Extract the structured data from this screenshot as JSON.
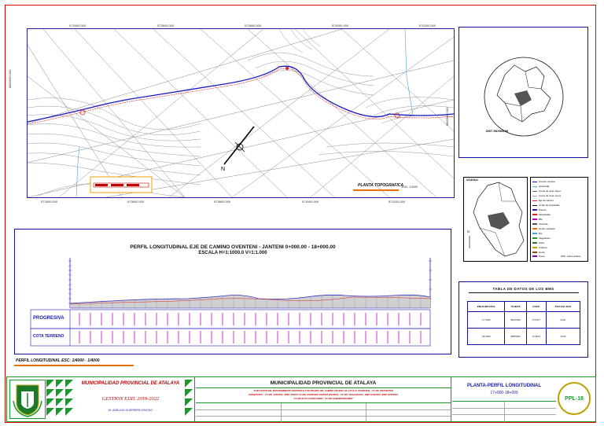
{
  "plan": {
    "top_coords": [
      "573400.000",
      "573600.000",
      "573800.000",
      "574000.000",
      "574200.000"
    ],
    "bottom_coords": [
      "573400.000",
      "573600.000",
      "573800.000",
      "574000.000",
      "574200.000"
    ],
    "left_coord": "8883600.000",
    "right_coord": "8883600.000",
    "title": "PLANTA TOPOGRAFICA",
    "scale": "ESC: 1:2000"
  },
  "location_map": {
    "district_label": "DIST. RAYMONDI"
  },
  "peru_map": {
    "label": "UCAYALI"
  },
  "legend": {
    "items": [
      "Camino vecinal",
      "Quebrada",
      "Curva de nivel mayor",
      "Curva de nivel menor",
      "Eje de camino",
      "Limite de propiedad",
      "Puente",
      "Alcantarilla",
      "BM",
      "Vivienda",
      "Centro poblado",
      "Rio",
      "Vegetacion",
      "Arbol",
      "Cultivos",
      "Cerco",
      "Poste",
      "Zona urbana"
    ]
  },
  "profile": {
    "title": "PERFIL LONGITUDINAL EJE DE CAMINO OVENTENI - JANTENI 0+000.00 - 18+000.00",
    "subtitle": "ESCALA H=1:1000.0 V=1:1.000",
    "row_progresiva": "PROGRESIVA",
    "row_cota": "COTA TERRENO",
    "footer_title": "PERFIL LONGITUDINAL ESC: 1/4000 - 1/4000"
  },
  "bm_table": {
    "title": "TABLA DE DATOS DE LOS BMS",
    "headers": [
      "PROGRESIVA",
      "NORTE",
      "ESTE",
      "ELEVACION"
    ],
    "rows": [
      [
        "17+000",
        "8843780",
        "573377",
        "2341"
      ],
      [
        "18+000",
        "8883292",
        "573813",
        "2343"
      ]
    ]
  },
  "title_block": {
    "municipality_left": "MUNICIPALIDAD PROVINCIAL DE ATALAYA",
    "gestion": "GESTION EDIL 2019-2022",
    "mayor": "Dr. ADELINO GUERRERO ENCISO",
    "municipality_center": "MUNICIPALIDAD PROVINCIAL DE ATALAYA",
    "project_line1": "\"EJECUCION DEL MANTENIMIENTO PERIODICO Y RUTINARIO DEL CAMINO VECINAL UC-115 (C.P. OVENTENI) - CC.NN. MAZORTONI",
    "project_line2": "CHEQUITAVO - CC.NN. JANTENI - EMP. CRUCE CC.NN. OVENTENI JANTANI (R3/2022) - CC.NN. TSHUANASHI - EMP. R18/2024 / EMP. R1502024",
    "project_line3": "-CC.NN.ALTO CHANCORENI - CC.NN. QUEMPORIGUISHI\"",
    "sheet_title": "PLANTA-PERFIL LONGITUDINAL",
    "sheet_range": "17+000-18+000",
    "sheet_code": "PPL-18"
  },
  "colors": {
    "frame": "#e00000",
    "panel": "#1010a0",
    "terrain": "#3030c0",
    "band": "#c8c8c8",
    "progresiva": "#ff00ff",
    "title_green": "#1a9a2a",
    "accent_orange": "#e87000"
  }
}
